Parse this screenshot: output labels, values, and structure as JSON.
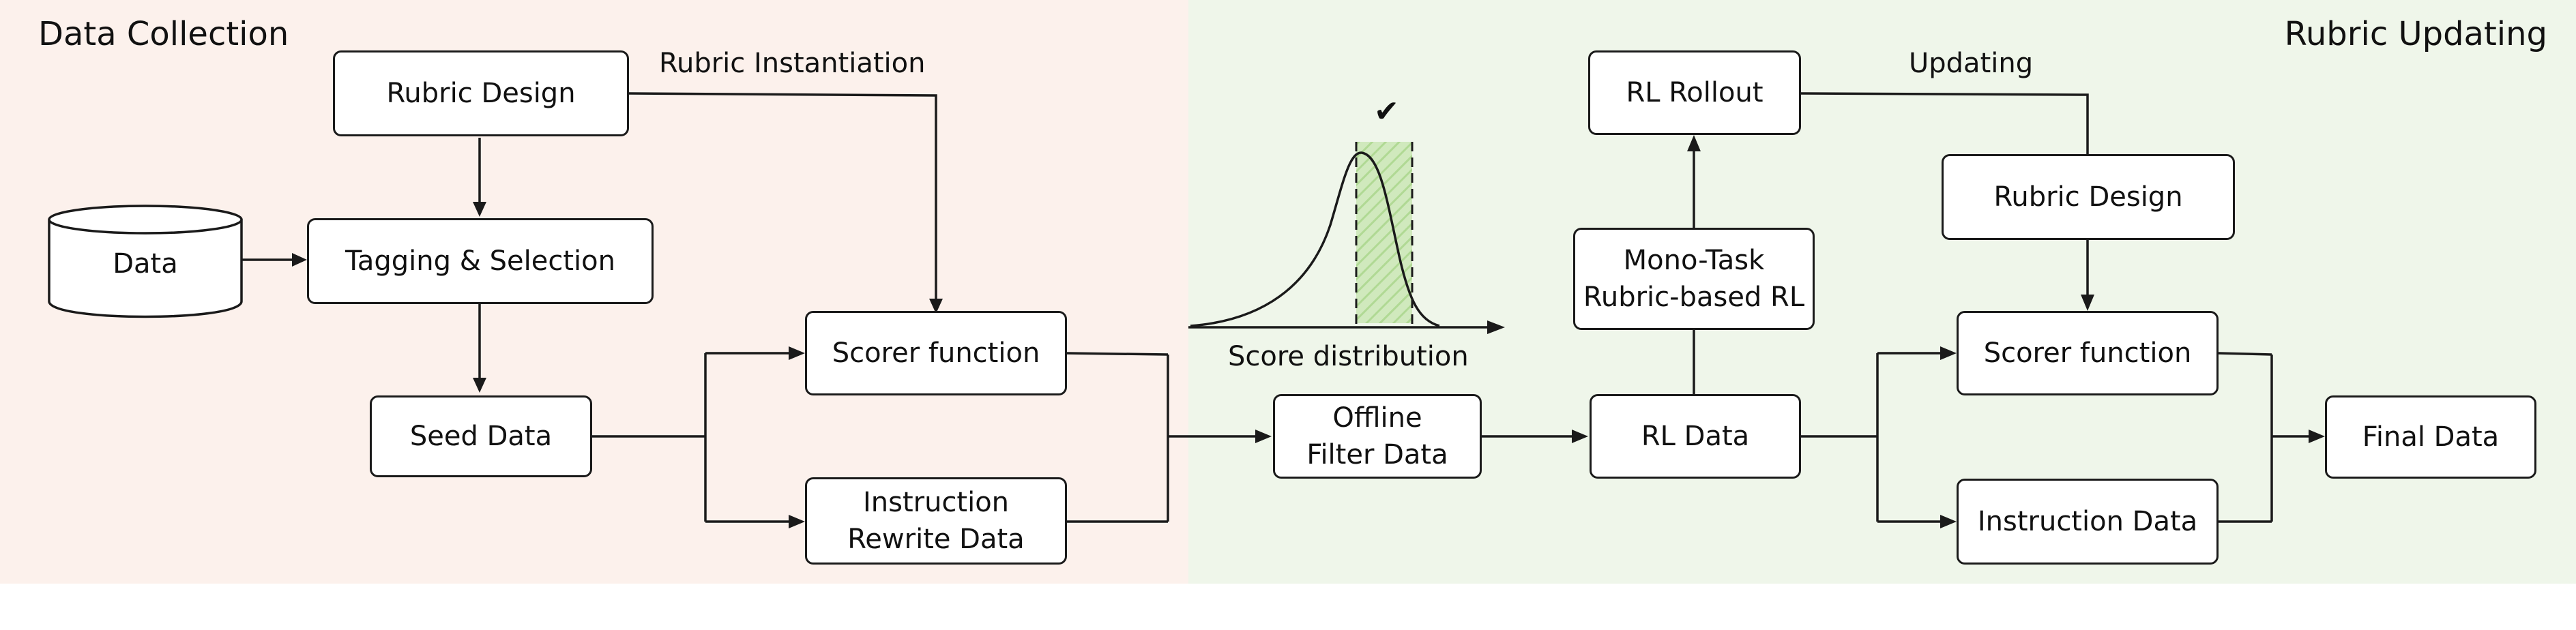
{
  "regions": {
    "left_title": "Data Collection",
    "right_title": "Rubric Updating"
  },
  "nodes": {
    "rubric_design_1": "Rubric Design",
    "data": "Data",
    "tagging_selection": "Tagging & Selection",
    "seed_data": "Seed Data",
    "scorer_function_1": "Scorer function",
    "instruction_rewrite_line1": "Instruction",
    "instruction_rewrite_line2": "Rewrite Data",
    "offline_filter_line1": "Offline",
    "offline_filter_line2": "Filter Data",
    "rl_data": "RL Data",
    "mono_task_line1": "Mono-Task",
    "mono_task_line2": "Rubric-based RL",
    "rl_rollout": "RL Rollout",
    "rubric_design_2": "Rubric Design",
    "scorer_function_2": "Scorer function",
    "instruction_data": "Instruction Data",
    "final_data": "Final Data"
  },
  "labels": {
    "rubric_instantiation": "Rubric Instantiation",
    "updating": "Updating",
    "score_distribution": "Score distribution",
    "check_mark": "✔"
  },
  "colors": {
    "left_region_bg": "#fcf1ec",
    "right_region_bg": "#eff6ea",
    "highlight_band": "#a9d68a",
    "stroke": "#1a1a1a"
  }
}
